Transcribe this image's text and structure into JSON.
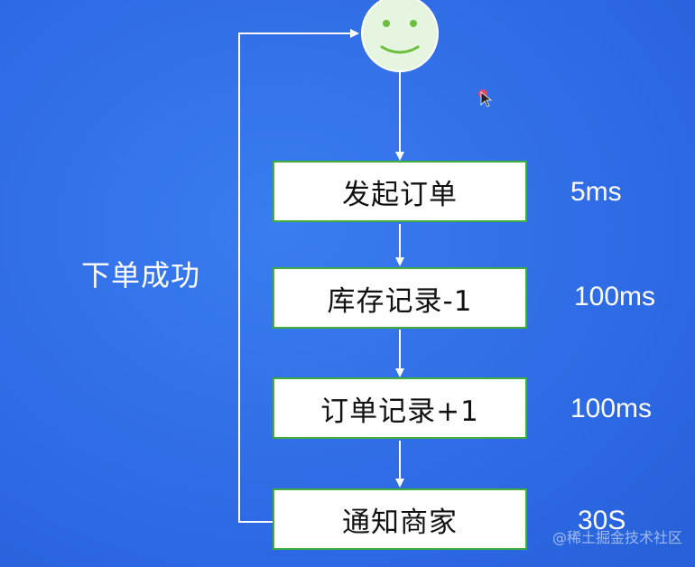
{
  "steps": [
    {
      "label": "发起订单",
      "timing": "5ms"
    },
    {
      "label": "库存记录-1",
      "timing": "100ms"
    },
    {
      "label": "订单记录+1",
      "timing": "100ms"
    },
    {
      "label": "通知商家",
      "timing": "30S"
    }
  ],
  "loop_label": "下单成功",
  "watermark": "@稀土掘金技术社区",
  "colors": {
    "background": "#2f6fe8",
    "box_border": "#3fae3a",
    "smiley_fill": "#e6f5df",
    "smiley_feature": "#6bbf3a",
    "connector": "#ffffff"
  },
  "icons": {
    "start": "smiley-face-icon",
    "cursor": "mouse-cursor-icon"
  }
}
